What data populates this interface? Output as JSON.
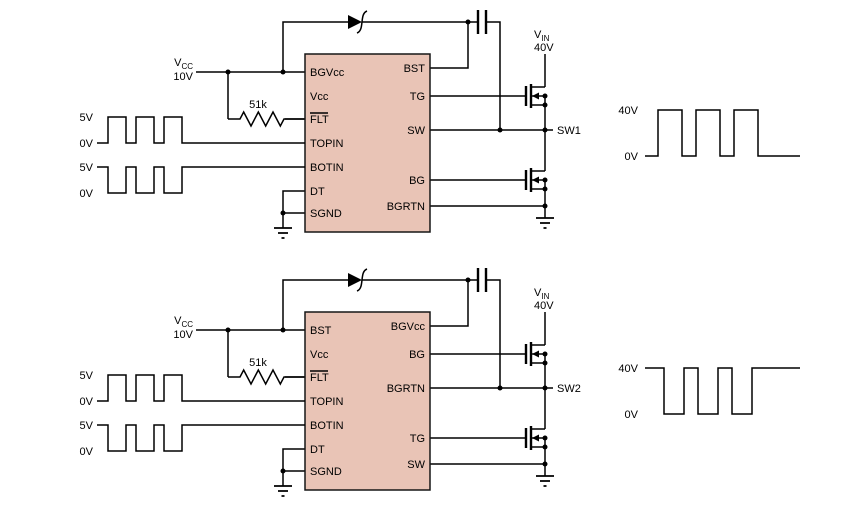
{
  "figure": {
    "background": "#ffffff",
    "colors": {
      "ic_fill": "#e9c4b6",
      "ic_stroke": "#161616",
      "wire": "#000000"
    }
  },
  "circuits": [
    {
      "supply": {
        "label": "V",
        "label_sub": "CC",
        "voltage": "10V"
      },
      "vin": {
        "label": "V",
        "label_sub": "IN",
        "voltage": "40V"
      },
      "resistor_value": "51k",
      "ic": {
        "left_pins": [
          "BGVcc",
          "Vcc",
          "FLT",
          "TOPIN",
          "BOTIN",
          "DT",
          "SGND"
        ],
        "right_pins": [
          "BST",
          "TG",
          "SW",
          "BG",
          "BGRTN"
        ]
      },
      "input1": {
        "high": "5V",
        "low": "0V"
      },
      "input2": {
        "high": "5V",
        "low": "0V"
      },
      "switch_node": "SW1",
      "output": {
        "high": "40V",
        "low": "0V",
        "shape": "pulses-high"
      }
    },
    {
      "supply": {
        "label": "V",
        "label_sub": "CC",
        "voltage": "10V"
      },
      "vin": {
        "label": "V",
        "label_sub": "IN",
        "voltage": "40V"
      },
      "resistor_value": "51k",
      "ic": {
        "left_pins": [
          "BST",
          "Vcc",
          "FLT",
          "TOPIN",
          "BOTIN",
          "DT",
          "SGND"
        ],
        "right_pins": [
          "BGVcc",
          "BG",
          "BGRTN",
          "TG",
          "SW"
        ]
      },
      "input1": {
        "high": "5V",
        "low": "0V"
      },
      "input2": {
        "high": "5V",
        "low": "0V"
      },
      "switch_node": "SW2",
      "output": {
        "high": "40V",
        "low": "0V",
        "shape": "pulses-low"
      }
    }
  ]
}
